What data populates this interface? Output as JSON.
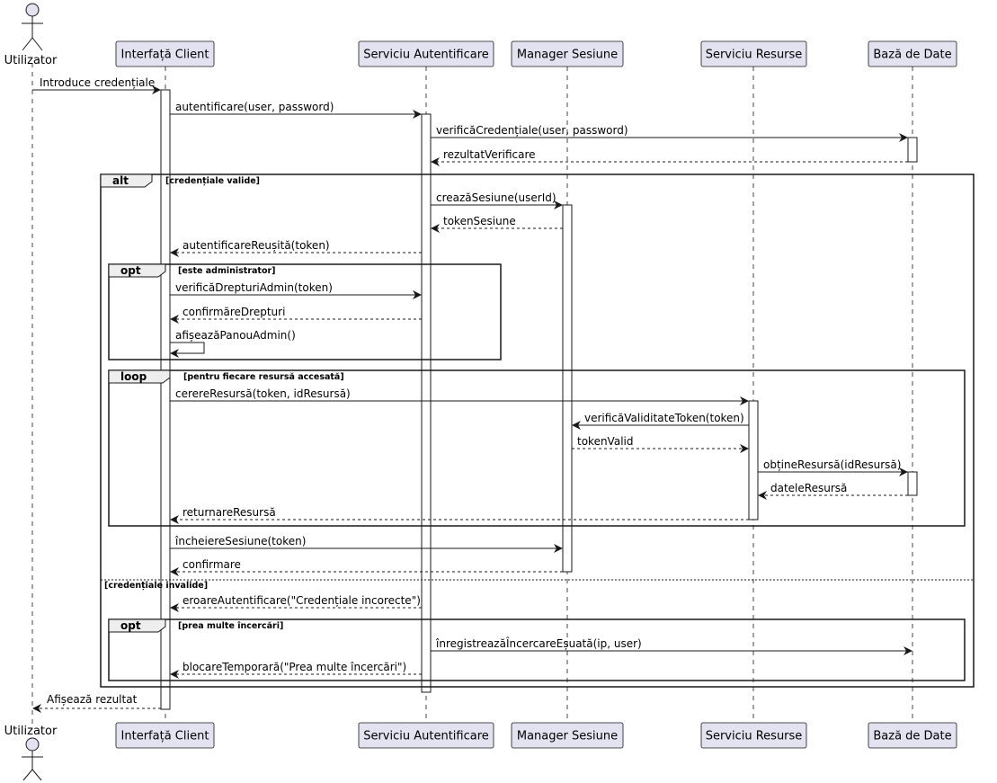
{
  "actor": {
    "name": "Utilizator"
  },
  "participants": [
    {
      "id": "client",
      "label": "Interfață Client"
    },
    {
      "id": "auth",
      "label": "Serviciu Autentificare"
    },
    {
      "id": "session",
      "label": "Manager Sesiune"
    },
    {
      "id": "res",
      "label": "Serviciu Resurse"
    },
    {
      "id": "db",
      "label": "Bază de Date"
    }
  ],
  "messages": [
    {
      "text": "Introduce credențiale"
    },
    {
      "text": "autentificare(user, password)"
    },
    {
      "text": "verificăCredențiale(user, password)"
    },
    {
      "text": "rezultatVerificare"
    },
    {
      "text": "creazăSesiune(userId)"
    },
    {
      "text": "tokenSesiune"
    },
    {
      "text": "autentificareReușită(token)"
    },
    {
      "text": "verificăDrepturiAdmin(token)"
    },
    {
      "text": "confirmăreDrepturi"
    },
    {
      "text": "afișeazăPanouAdmin()"
    },
    {
      "text": "cerereResursă(token, idResursă)"
    },
    {
      "text": "verificăValiditateToken(token)"
    },
    {
      "text": "tokenValid"
    },
    {
      "text": "obțineResursă(idResursă)"
    },
    {
      "text": "dateleResursă"
    },
    {
      "text": "returnareResursă"
    },
    {
      "text": "încheiereSesiune(token)"
    },
    {
      "text": "confirmare"
    },
    {
      "text": "eroareAutentificare(\"Credențiale incorecte\")"
    },
    {
      "text": "înregistreazăÎncercareEșuată(ip, user)"
    },
    {
      "text": "blocareTemporară(\"Prea multe încercări\")"
    },
    {
      "text": "Afișează rezultat"
    }
  ],
  "fragments": {
    "alt": {
      "keyword": "alt",
      "condition": "[credențiale valide]",
      "else_condition": "[credențiale invalide]"
    },
    "opt_admin": {
      "keyword": "opt",
      "condition": "[este administrator]"
    },
    "loop": {
      "keyword": "loop",
      "condition": "[pentru fiecare resursă accesată]"
    },
    "opt_tries": {
      "keyword": "opt",
      "condition": "[prea multe încercări]"
    }
  },
  "colors": {
    "participant_fill": "#E2E2F0",
    "participant_border": "#181818",
    "lifeline": "#181818",
    "activation_fill": "#ffffff"
  }
}
